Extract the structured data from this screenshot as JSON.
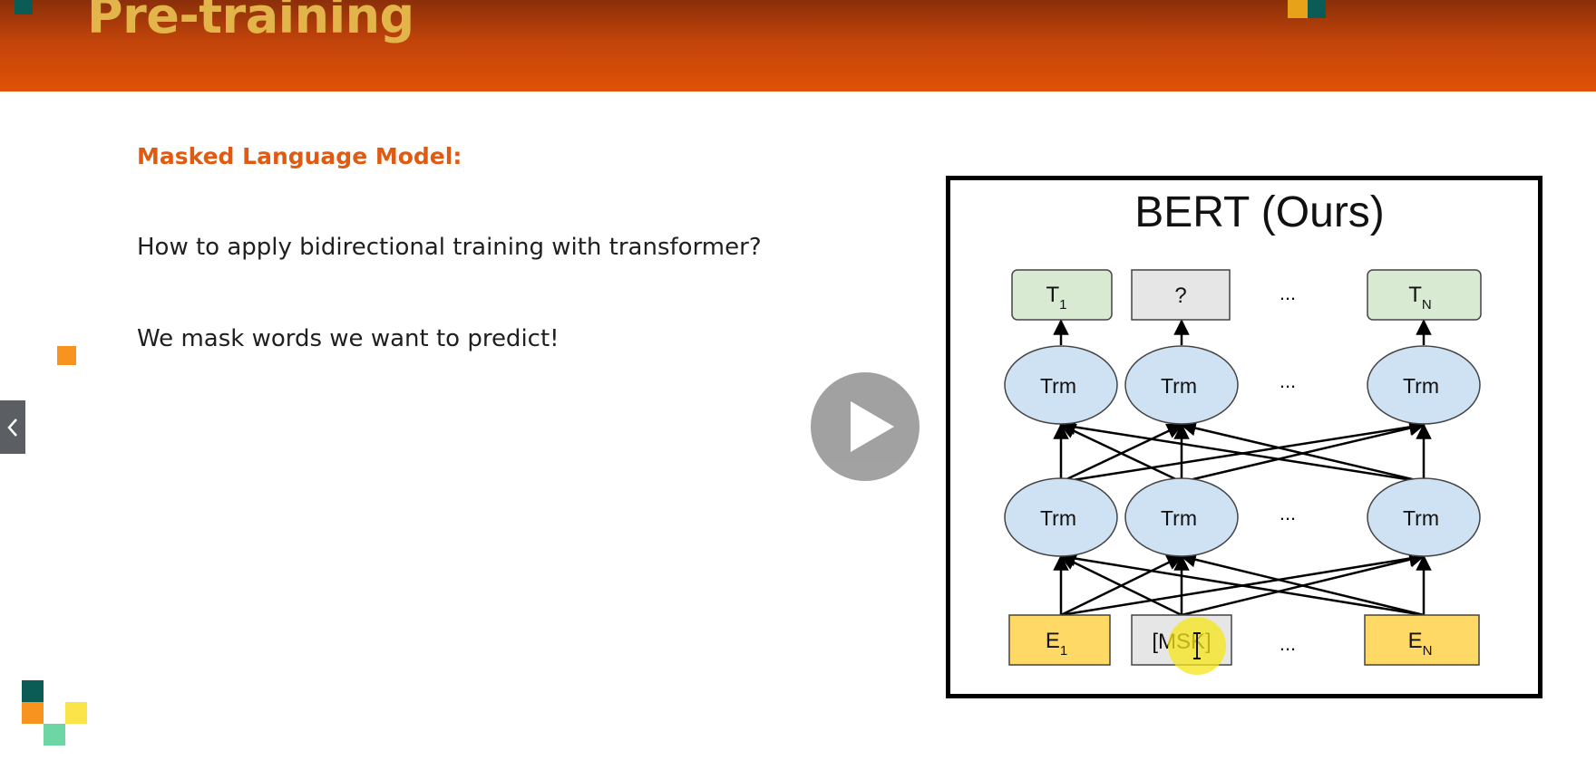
{
  "slide": {
    "title": "Pre-training",
    "subtitle": "Masked Language Model:",
    "lines": [
      "How to apply bidirectional training with transformer?",
      "We mask words we want to predict!"
    ]
  },
  "figure": {
    "title": "BERT (Ours)",
    "outputs": [
      {
        "label": "T",
        "sub": "1"
      },
      {
        "label": "?",
        "sub": ""
      },
      {
        "label": "...",
        "sub": ""
      },
      {
        "label": "T",
        "sub": "N"
      }
    ],
    "layer_label": "Trm",
    "ellipsis": "...",
    "inputs": [
      {
        "label": "E",
        "sub": "1"
      },
      {
        "label": "[MSK]",
        "sub": ""
      },
      {
        "label": "...",
        "sub": ""
      },
      {
        "label": "E",
        "sub": "N"
      }
    ]
  },
  "controls": {
    "prev_icon": "chevron-left-icon",
    "play_icon": "play-icon"
  },
  "colors": {
    "header_top": "#8a2f0a",
    "header_bottom": "#e05206",
    "title": "#e2b44a",
    "subtitle": "#e05a12",
    "trm_fill": "#cfe2f3",
    "output_fill": "#d9ead3",
    "input_fill": "#ffd966",
    "mask_fill": "#e6e6e6"
  }
}
